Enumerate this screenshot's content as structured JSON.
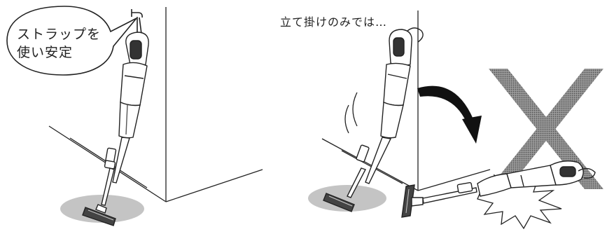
{
  "illustration": {
    "left_panel": {
      "callout": {
        "line1": "ストラップを",
        "line2": "使い安定"
      },
      "scene": "vacuum-hanging-by-strap"
    },
    "right_panel": {
      "caption": "立て掛けのみでは…",
      "scene": "vacuum-leaning-falls-over"
    },
    "colors": {
      "line": "#222222",
      "floor_shadow": "#bfbfbf",
      "x_mark": "#777777",
      "arrow": "#111111"
    },
    "icons": [
      "speech-bubble-icon",
      "vacuum-cleaner-icon",
      "curved-arrow-icon",
      "x-mark-icon",
      "impact-burst-icon"
    ]
  }
}
